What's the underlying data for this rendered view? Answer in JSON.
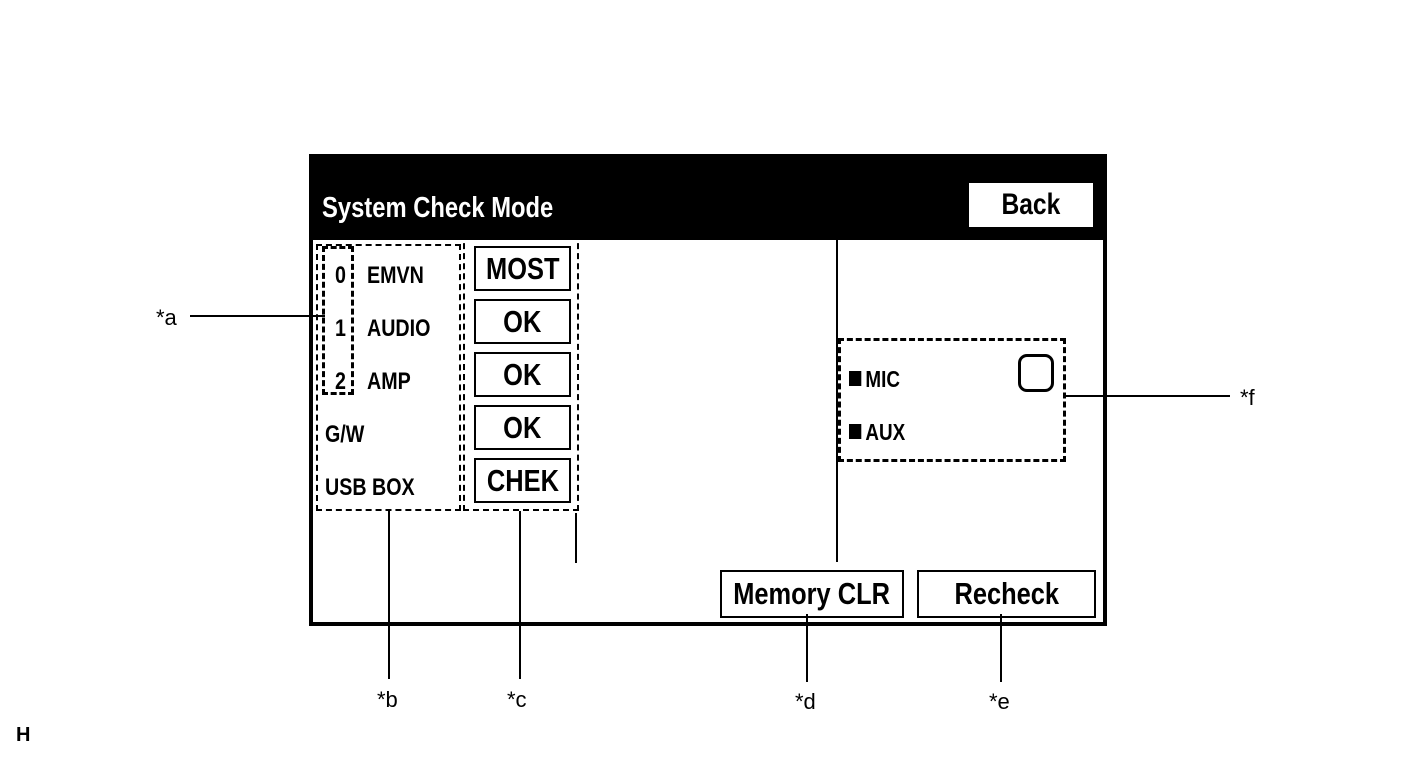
{
  "header": {
    "title": "System Check Mode",
    "back_label": "Back"
  },
  "ecu_list": [
    {
      "number": "0",
      "name": "EMVN",
      "status": "MOST"
    },
    {
      "number": "1",
      "name": "AUDIO",
      "status": "OK"
    },
    {
      "number": "2",
      "name": "AMP",
      "status": "OK"
    },
    {
      "number": "",
      "name": "G/W",
      "status": "OK"
    },
    {
      "number": "",
      "name": "USB BOX",
      "status": "CHEK"
    }
  ],
  "inputs": {
    "mic_label": "MIC",
    "aux_label": "AUX"
  },
  "buttons": {
    "memory_clr": "Memory CLR",
    "recheck": "Recheck"
  },
  "callouts": {
    "a": "*a",
    "b": "*b",
    "c": "*c",
    "d": "*d",
    "e": "*e",
    "f": "*f"
  },
  "figure_id": "H"
}
